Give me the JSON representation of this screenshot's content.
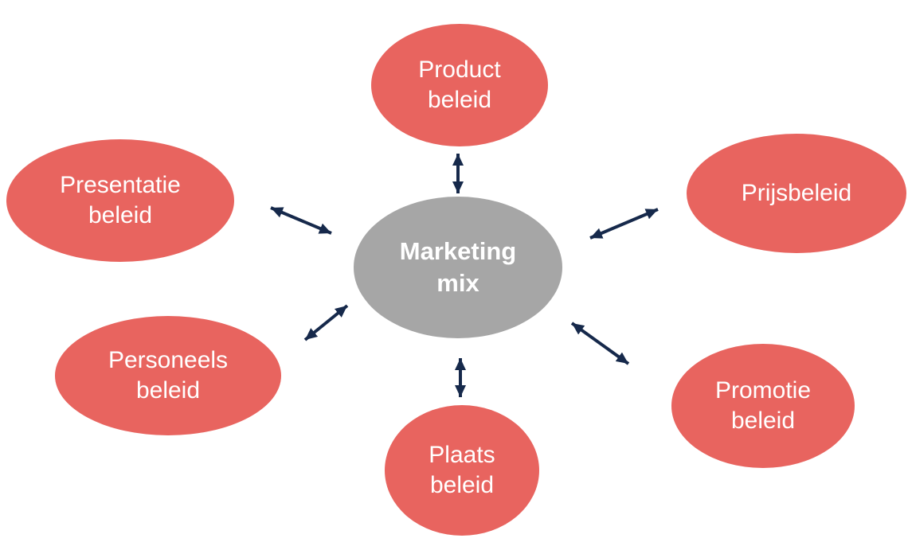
{
  "colors": {
    "background": "#ffffff",
    "node_fill": "#e8645f",
    "center_fill": "#a6a6a6",
    "arrow": "#16294b",
    "label_text": "#ffffff"
  },
  "diagram": {
    "title": "Marketing mix diagram",
    "center": {
      "id": "marketing-mix",
      "label": "Marketing mix",
      "lines": [
        "Marketing",
        "mix"
      ]
    },
    "nodes": [
      {
        "id": "product-beleid",
        "label": "Product beleid",
        "lines": [
          "Product",
          "beleid"
        ]
      },
      {
        "id": "presentatie-beleid",
        "label": "Presentatie beleid",
        "lines": [
          "Presentatie",
          "beleid"
        ]
      },
      {
        "id": "prijsbeleid",
        "label": "Prijsbeleid",
        "lines": [
          "Prijsbeleid"
        ]
      },
      {
        "id": "personeels-beleid",
        "label": "Personeels beleid",
        "lines": [
          "Personeels",
          "beleid"
        ]
      },
      {
        "id": "plaats-beleid",
        "label": "Plaats beleid",
        "lines": [
          "Plaats",
          "beleid"
        ]
      },
      {
        "id": "promotie-beleid",
        "label": "Promotie beleid",
        "lines": [
          "Promotie",
          "beleid"
        ]
      }
    ],
    "connections": [
      {
        "from": "marketing-mix",
        "to": "product-beleid",
        "style": "double-headed-arrow"
      },
      {
        "from": "marketing-mix",
        "to": "presentatie-beleid",
        "style": "double-headed-arrow"
      },
      {
        "from": "marketing-mix",
        "to": "prijsbeleid",
        "style": "double-headed-arrow"
      },
      {
        "from": "marketing-mix",
        "to": "personeels-beleid",
        "style": "double-headed-arrow"
      },
      {
        "from": "marketing-mix",
        "to": "plaats-beleid",
        "style": "double-headed-arrow"
      },
      {
        "from": "marketing-mix",
        "to": "promotie-beleid",
        "style": "double-headed-arrow"
      }
    ]
  }
}
